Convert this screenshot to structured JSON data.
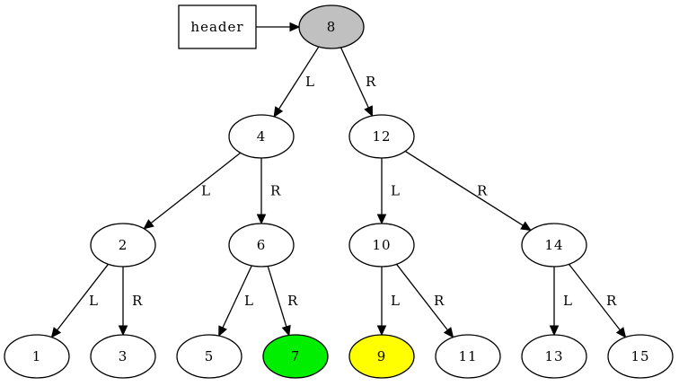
{
  "header_box": {
    "label": "header"
  },
  "nodes": [
    {
      "id": "8",
      "label": "8",
      "fill": "#c0c0c0"
    },
    {
      "id": "4",
      "label": "4",
      "fill": "#ffffff"
    },
    {
      "id": "12",
      "label": "12",
      "fill": "#ffffff"
    },
    {
      "id": "2",
      "label": "2",
      "fill": "#ffffff"
    },
    {
      "id": "6",
      "label": "6",
      "fill": "#ffffff"
    },
    {
      "id": "10",
      "label": "10",
      "fill": "#ffffff"
    },
    {
      "id": "14",
      "label": "14",
      "fill": "#ffffff"
    },
    {
      "id": "1",
      "label": "1",
      "fill": "#ffffff"
    },
    {
      "id": "3",
      "label": "3",
      "fill": "#ffffff"
    },
    {
      "id": "5",
      "label": "5",
      "fill": "#ffffff"
    },
    {
      "id": "7",
      "label": "7",
      "fill": "#00ee00"
    },
    {
      "id": "9",
      "label": "9",
      "fill": "#ffff00"
    },
    {
      "id": "11",
      "label": "11",
      "fill": "#ffffff"
    },
    {
      "id": "13",
      "label": "13",
      "fill": "#ffffff"
    },
    {
      "id": "15",
      "label": "15",
      "fill": "#ffffff"
    }
  ],
  "edges": [
    {
      "from": "header",
      "to": "8",
      "label": ""
    },
    {
      "from": "8",
      "to": "4",
      "label": "L"
    },
    {
      "from": "8",
      "to": "12",
      "label": "R"
    },
    {
      "from": "4",
      "to": "2",
      "label": "L"
    },
    {
      "from": "4",
      "to": "6",
      "label": "R"
    },
    {
      "from": "12",
      "to": "10",
      "label": "L"
    },
    {
      "from": "12",
      "to": "14",
      "label": "R"
    },
    {
      "from": "2",
      "to": "1",
      "label": "L"
    },
    {
      "from": "2",
      "to": "3",
      "label": "R"
    },
    {
      "from": "6",
      "to": "5",
      "label": "L"
    },
    {
      "from": "6",
      "to": "7",
      "label": "R"
    },
    {
      "from": "10",
      "to": "9",
      "label": "L"
    },
    {
      "from": "10",
      "to": "11",
      "label": "R"
    },
    {
      "from": "14",
      "to": "13",
      "label": "L"
    },
    {
      "from": "14",
      "to": "15",
      "label": "R"
    }
  ]
}
